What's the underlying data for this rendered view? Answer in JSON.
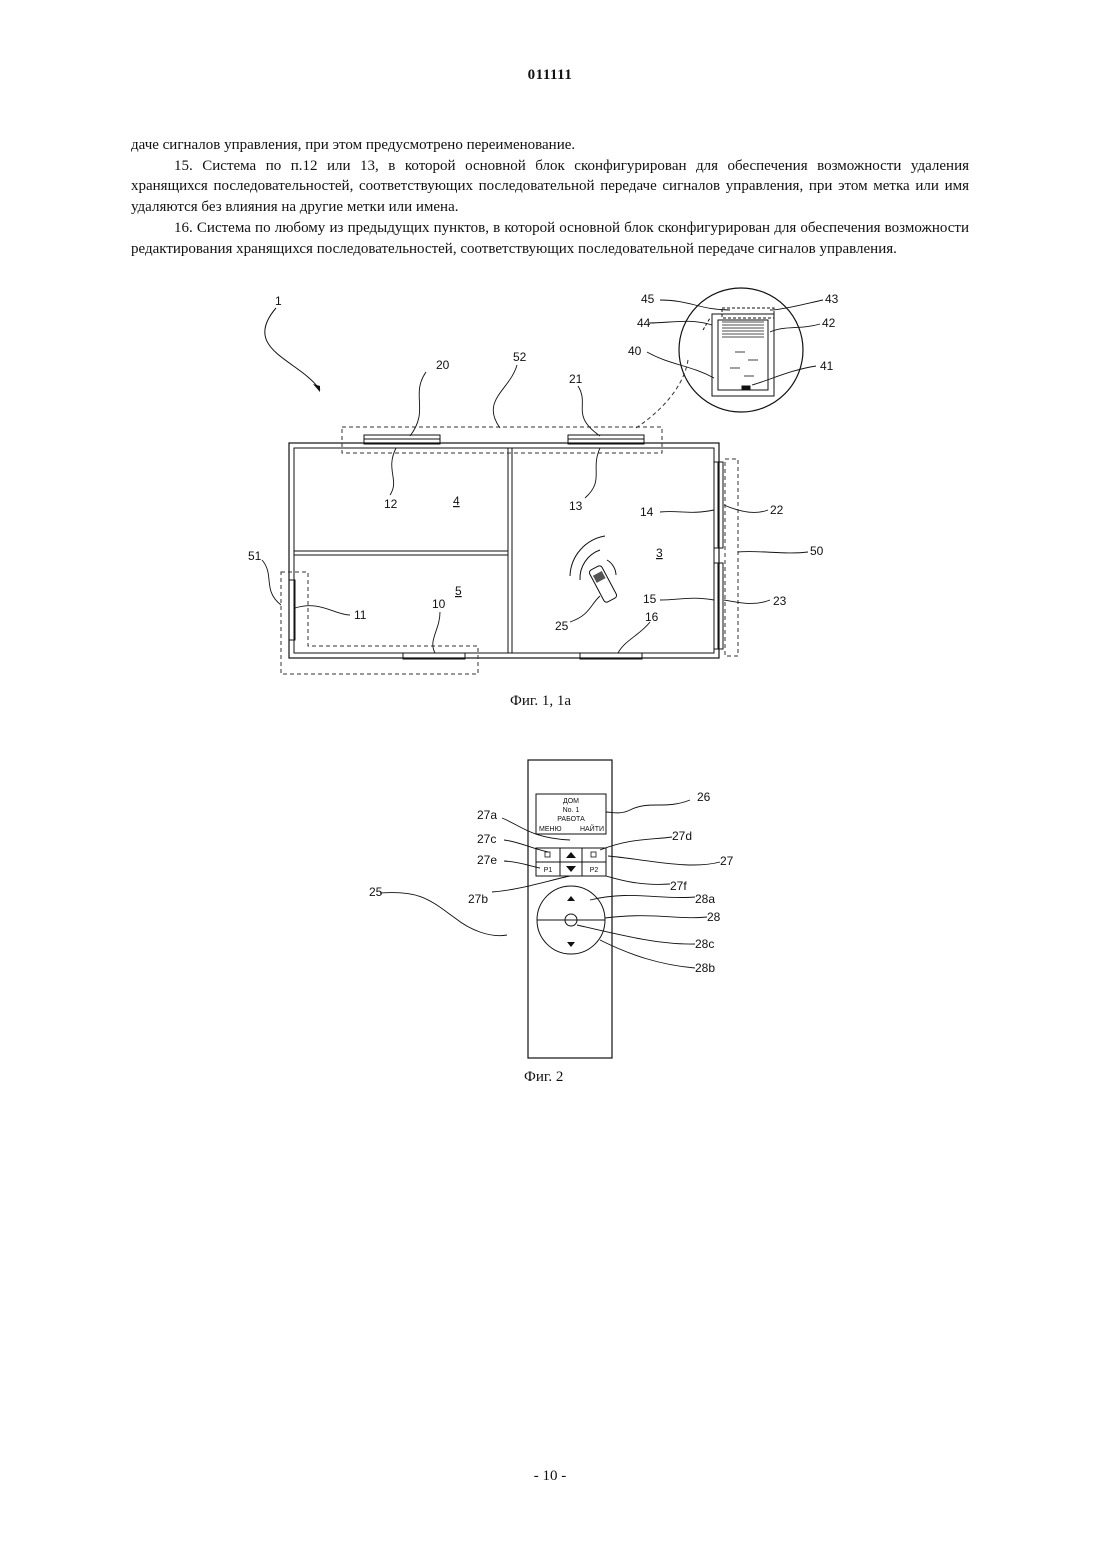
{
  "header": "011111",
  "paragraphs": [
    "даче сигналов управления, при этом предусмотрено переименование.",
    "15. Система по п.12 или 13, в которой основной блок сконфигурирован для обеспечения возможности удаления хранящихся последовательностей, соответствующих последовательной передаче сигналов управления, при этом метка или имя удаляются без влияния на другие метки или имена.",
    "16. Система по любому из предыдущих пунктов, в которой основной блок сконфигурирован для обеспечения возможности редактирования хранящихся последовательностей, соответствующих последовательной передаче сигналов управления."
  ],
  "fig1": {
    "caption": "Фиг. 1, 1а",
    "labels": {
      "l1": "1",
      "l3": "3",
      "l4": "4",
      "l5": "5",
      "l10": "10",
      "l11": "11",
      "l12": "12",
      "l13": "13",
      "l14": "14",
      "l15": "15",
      "l16": "16",
      "l20": "20",
      "l21": "21",
      "l22": "22",
      "l23": "23",
      "l25": "25",
      "l40": "40",
      "l41": "41",
      "l42": "42",
      "l43": "43",
      "l44": "44",
      "l45": "45",
      "l50": "50",
      "l51": "51",
      "l52": "52"
    }
  },
  "fig2": {
    "caption": "Фиг. 2",
    "screen": {
      "line1": "ДОМ",
      "line2": "No. 1",
      "line3": "РАБОТА",
      "menu": "МЕНЮ",
      "find": "НАЙТИ"
    },
    "buttons": {
      "p1": "P1",
      "p2": "P2"
    },
    "labels": {
      "l25": "25",
      "l26": "26",
      "l27": "27",
      "l27a": "27a",
      "l27b": "27b",
      "l27c": "27c",
      "l27d": "27d",
      "l27e": "27e",
      "l27f": "27f",
      "l28": "28",
      "l28a": "28a",
      "l28b": "28b",
      "l28c": "28c"
    }
  },
  "footer": "- 10 -"
}
